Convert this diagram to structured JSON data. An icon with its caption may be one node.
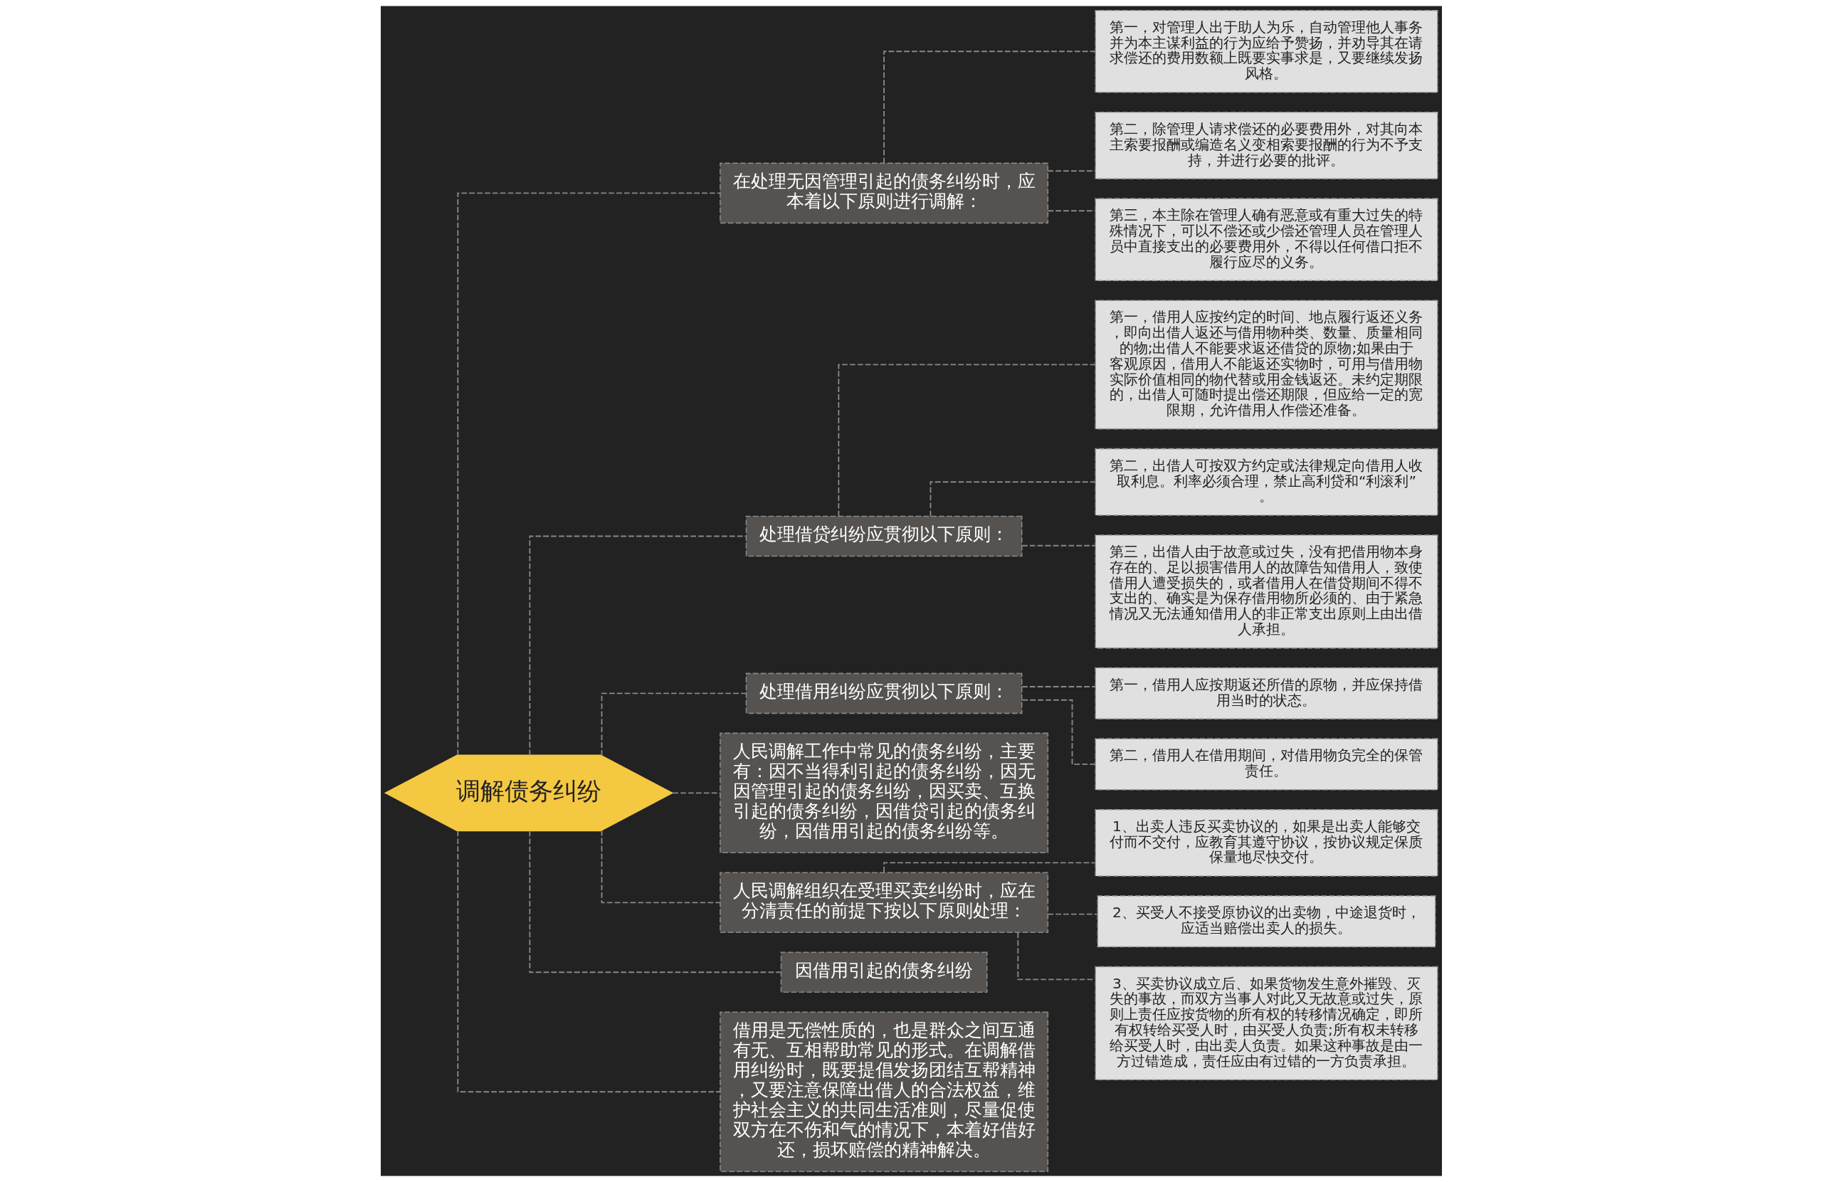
{
  "diagram": {
    "nodes": [
      {
        "text": [
          "调解债务纠纷"
        ]
      },
      {
        "text": [
          "在处理无因管理引起的债务纠纷时，应本着以下原则进行调解："
        ]
      },
      {
        "text": [
          "第一，对管理人出于助人为乐，自动管理他人事务并为本主谋利益的行为应给予赞扬，并劝导其在请求偿还的费用数额上既要实事求是，又要继续发扬风格。"
        ]
      },
      {
        "text": [
          "第二，除管理人请求偿还的必要费用外，对其向本主索要报酬或编造名义变相索要报酬的行为不予支持，并进行必要的批评。"
        ]
      },
      {
        "text": [
          "第三，本主除在管理人确有恶意或有重大过失的特殊情况下，可以不偿还或少偿还管理人员在管理人员中直接支出的必要费用外，不得以任何借口拒不履行应尽的义务。"
        ]
      },
      {
        "text": [
          "处理借贷纠纷应贯彻以下原则："
        ]
      },
      {
        "text": [
          "第一，借用人应按约定的时间、地点履行返还义务，即向出借人返还与借用物种类、数量、质量相同的物;出借人不能要求返还借贷的原物;如果由于客观原因，借用人不能返还实物时，可用与借用物实际价值相同的物代替或用金钱返还。未约定期限的，出借人可随时提出偿还期限，但应给一定的宽限期，允许借用人作偿还准备。"
        ]
      },
      {
        "text": [
          "第二，出借人可按双方约定或法律规定向借用人收取利息。利率必须合理，禁止高利贷和“利滚利”。"
        ]
      },
      {
        "text": [
          "第三，出借人由于故意或过失，没有把借用物本身存在的、足以损害借用人的故障告知借用人，致使借用人遭受损失的，或者借用人在借贷期间不得不支出的、确实是为保存借用物所必须的、由于紧急情况又无法通知借用人的非正常支出原则上由出借人承担。"
        ]
      },
      {
        "text": [
          "处理借用纠纷应贯彻以下原则："
        ]
      },
      {
        "text": [
          "第一，借用人应按期返还所借的原物，并应保持借用当时的状态。"
        ]
      },
      {
        "text": [
          "第二，借用人在借用期间，对借用物负完全的保管责任。"
        ]
      },
      {
        "text": [
          "人民调解工作中常见的债务纠纷，主要有：因不当得利引起的债务纠纷，因无因管理引起的债务纠纷，因买卖、互换引起的债务纠纷，因借贷引起的债务纠纷，因借用引起的债务纠纷等。"
        ]
      },
      {
        "text": [
          "人民调解组织在受理买卖纠纷时，应在分清责任的前提下按以下原则处理："
        ]
      },
      {
        "text": [
          "1、出卖人违反买卖协议的，如果是出卖人能够交付而不交付，应教育其遵守协议，按协议规定保质保量地尽快交付。"
        ]
      },
      {
        "text": [
          "2、买受人不接受原协议的出卖物，中途退货时，应适当赔偿出卖人的损失。"
        ]
      },
      {
        "text": [
          "3、买卖协议成立后、如果货物发生意外摧毁、灭失的事故，而双方当事人对此又无故意或过失，原则上责任应按货物的所有权的转移情况确定，即所有权转给买受人时，由买受人负责;所有权未转移给买受人时，由出卖人负责。如果这种事故是由一方过错造成，责任应由有过错的一方负责承担。"
        ]
      },
      {
        "text": [
          "因借用引起的债务纠纷"
        ]
      },
      {
        "text": [
          "借用是无偿性质的，也是群众之间互通有无、互相帮助常见的形式。在调解借用纠纷时，既要提倡发扬团结互帮精神，又要注意保障出借人的合法权益，维护社会主义的共同生活准则，尽量促使双方在不伤和气的情况下，本着好借好还，损坏赔偿的精神解决。"
        ]
      }
    ],
    "edges": [
      {
        "from": 0,
        "to": 1,
        "arrow": "none"
      },
      {
        "from": 1,
        "to": 2,
        "arrow": "none"
      },
      {
        "from": 1,
        "to": 3,
        "arrow": "none"
      },
      {
        "from": 1,
        "to": 4,
        "arrow": "none"
      },
      {
        "from": 0,
        "to": 5,
        "arrow": "none"
      },
      {
        "from": 5,
        "to": 6,
        "arrow": "none"
      },
      {
        "from": 5,
        "to": 7,
        "arrow": "none"
      },
      {
        "from": 5,
        "to": 8,
        "arrow": "none"
      },
      {
        "from": 0,
        "to": 9,
        "arrow": "none"
      },
      {
        "from": 9,
        "to": 10,
        "arrow": "none"
      },
      {
        "from": 9,
        "to": 11,
        "arrow": "none"
      },
      {
        "from": 0,
        "to": 12,
        "arrow": "none"
      },
      {
        "from": 0,
        "to": 13,
        "arrow": "none"
      },
      {
        "from": 13,
        "to": 14,
        "arrow": "none"
      },
      {
        "from": 13,
        "to": 15,
        "arrow": "none"
      },
      {
        "from": 13,
        "to": 16,
        "arrow": "none"
      },
      {
        "from": 0,
        "to": 17,
        "arrow": "none"
      },
      {
        "from": 0,
        "to": 18,
        "arrow": "none"
      }
    ]
  }
}
